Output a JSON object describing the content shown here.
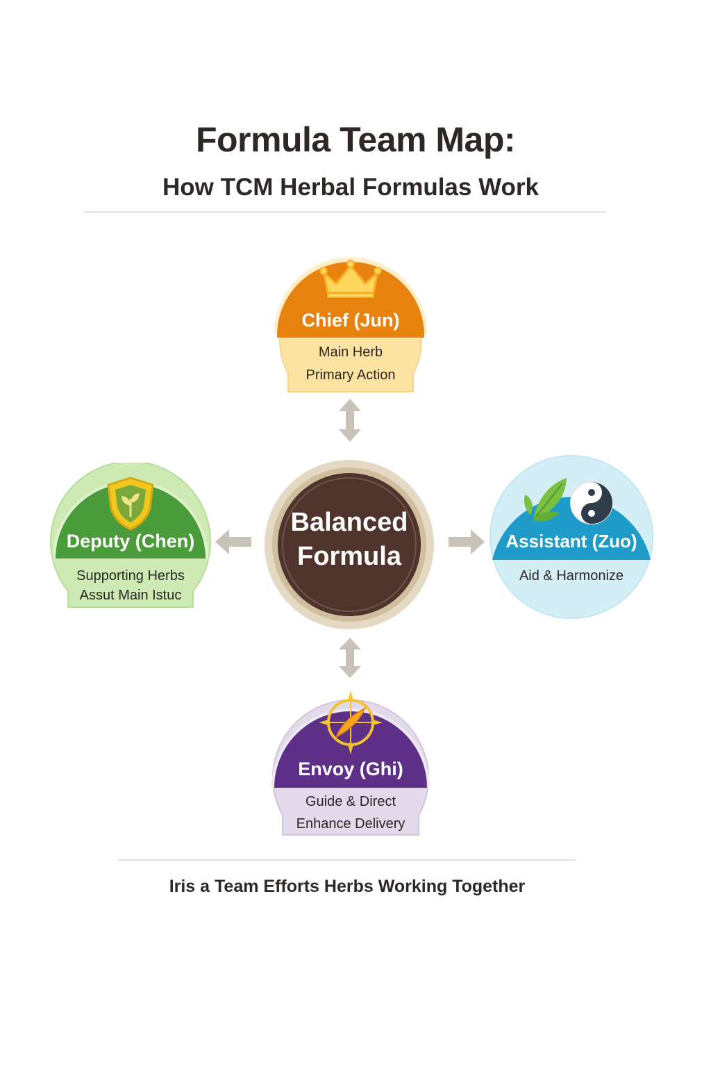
{
  "header": {
    "title": "Formula Team Map:",
    "subtitle": "How TCM Herbal Formulas Work"
  },
  "center": {
    "line1": "Balanced",
    "line2": "Formula",
    "color": "#4e342c"
  },
  "roles": {
    "chief": {
      "title": "Chief (Jun)",
      "line1": "Main Herb",
      "line2": "Primary Action",
      "icon": "crown-icon",
      "color": "#e8820e",
      "panel_color": "#fde3a2"
    },
    "deputy": {
      "title": "Deputy (Chen)",
      "line1": "Supporting Herbs",
      "line2": "Assut Main Istuc",
      "icon": "shield-leaf-icon",
      "color": "#4a9b3a",
      "panel_color": "#cdeab4"
    },
    "assistant": {
      "title": "Assistant (Zuo)",
      "line1": "Aid & Harmonize",
      "icon": "leaves-yin-yang-icon",
      "color": "#1e9bc8",
      "panel_color": "#d4eef5"
    },
    "envoy": {
      "title": "Envoy (Ghi)",
      "line1": "Guide & Direct",
      "line2": "Enhance Delivery",
      "icon": "compass-icon",
      "color": "#5e2f87",
      "panel_color": "#e2d9ea"
    }
  },
  "footer": {
    "tagline": "Iris a Team Efforts Herbs Working Together"
  }
}
